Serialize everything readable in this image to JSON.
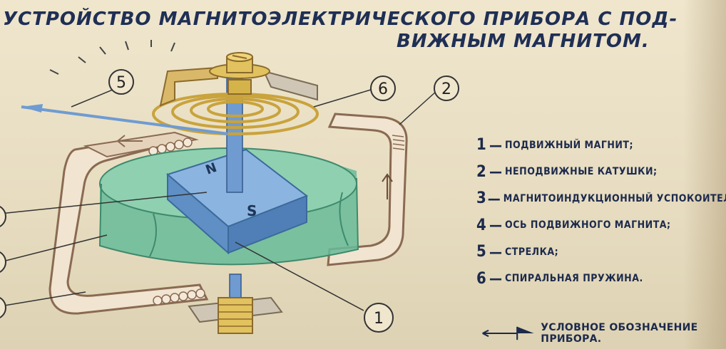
{
  "title": {
    "line1": "Устройство магнитоэлектрического прибора с под-",
    "line2": "вижным магнитом."
  },
  "callouts": [
    "5",
    "6",
    "2",
    "1"
  ],
  "magnet_labels": {
    "north": "N",
    "south": "S"
  },
  "legend": [
    {
      "num": "1",
      "text": "Подвижный магнит;"
    },
    {
      "num": "2",
      "text": "неподвижные катушки;"
    },
    {
      "num": "3",
      "text": "магнитоиндукционный успокоитель;"
    },
    {
      "num": "4",
      "text": "ось подвижного магнита;"
    },
    {
      "num": "5",
      "text": "стрелка;"
    },
    {
      "num": "6",
      "text": "спиральная пружина."
    }
  ],
  "symbol_caption": "Условное обозначение прибора.",
  "colors": {
    "paper": "#e9dfc4",
    "ink": "#1c2a4c",
    "coil": "#8a6a52",
    "magnet": "#5f8fc4",
    "damper": "#5fb392",
    "spring": "#d4b34a"
  }
}
